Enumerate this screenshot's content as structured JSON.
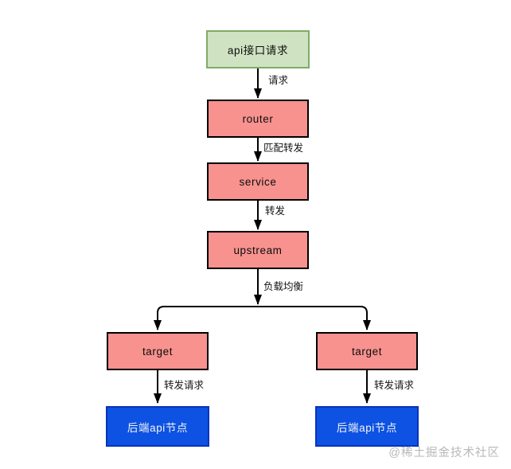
{
  "diagram": {
    "nodes": {
      "api_request": {
        "label": "api接口请求"
      },
      "router": {
        "label": "router"
      },
      "service": {
        "label": "service"
      },
      "upstream": {
        "label": "upstream"
      },
      "target_left": {
        "label": "target"
      },
      "target_right": {
        "label": "target"
      },
      "backend_left": {
        "label": "后端api节点"
      },
      "backend_right": {
        "label": "后端api节点"
      }
    },
    "edge_labels": {
      "request": "请求",
      "match_forward": "匹配转发",
      "forward": "转发",
      "load_balance": "负载均衡",
      "forward_request": "转发请求"
    }
  },
  "watermark": "@稀土掘金技术社区",
  "colors": {
    "green_fill": "#cfe3c2",
    "green_border": "#80ab68",
    "pink_fill": "#f7928f",
    "pink_border": "#000000",
    "blue_fill": "#0d52e2",
    "blue_border": "#0a33bb",
    "blue_text": "#f5f5f5",
    "line": "#000000",
    "watermark_text": "#b8b8b8"
  }
}
